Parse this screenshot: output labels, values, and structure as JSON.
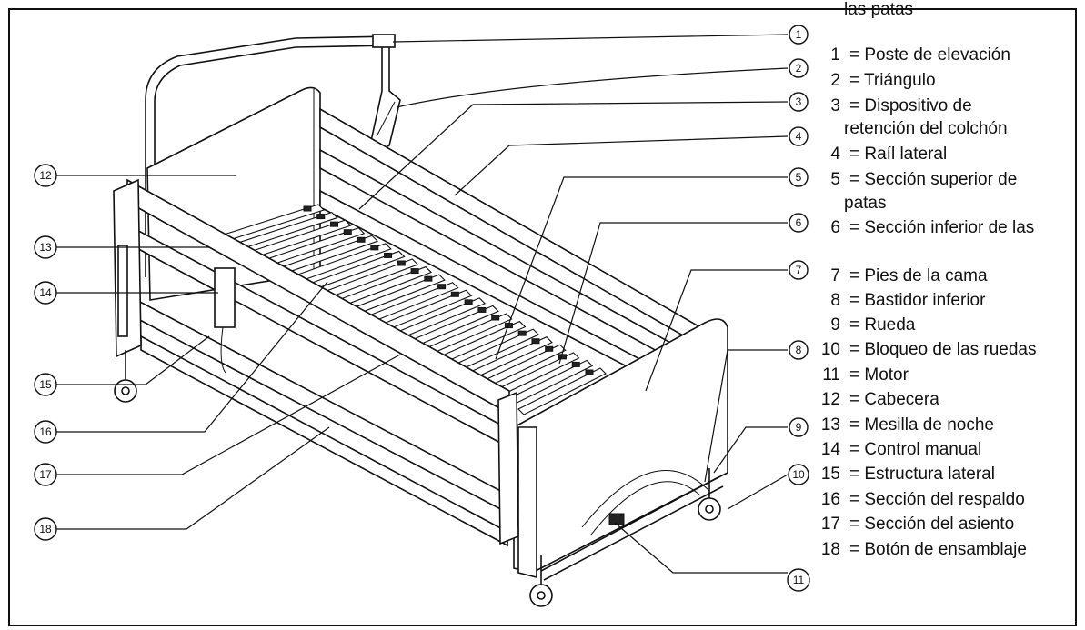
{
  "legend": [
    {
      "number": "1",
      "label": "= Poste de elevación"
    },
    {
      "number": "2",
      "label": "= Triángulo"
    },
    {
      "number": "3",
      "label": "= Dispositivo de",
      "label2": "retención del colchón"
    },
    {
      "number": "4",
      "label": "= Raíl lateral"
    },
    {
      "number": "5",
      "label": "= Sección superior de",
      "label2": "las patas"
    },
    {
      "number": "6",
      "label": "= Sección inferior de las",
      "label2": "patas"
    },
    {
      "number": "7",
      "label": "= Pies de la cama"
    },
    {
      "number": "8",
      "label": "= Bastidor inferior"
    },
    {
      "number": "9",
      "label": "= Rueda"
    },
    {
      "number": "10",
      "label": "= Bloqueo de las ruedas"
    },
    {
      "number": "11",
      "label": "= Motor"
    },
    {
      "number": "12",
      "label": "= Cabecera"
    },
    {
      "number": "13",
      "label": "= Mesilla de noche"
    },
    {
      "number": "14",
      "label": "= Control manual"
    },
    {
      "number": "15",
      "label": "= Estructura lateral"
    },
    {
      "number": "16",
      "label": "= Sección del respaldo"
    },
    {
      "number": "17",
      "label": "= Sección del asiento"
    },
    {
      "number": "18",
      "label": "= Botón de ensamblaje"
    }
  ],
  "callouts": [
    "1",
    "2",
    "3",
    "4",
    "5",
    "6",
    "7",
    "8",
    "9",
    "10",
    "11",
    "12",
    "13",
    "14",
    "15",
    "16",
    "17",
    "18"
  ],
  "colors": {
    "line": "#111111",
    "background": "#ffffff"
  }
}
